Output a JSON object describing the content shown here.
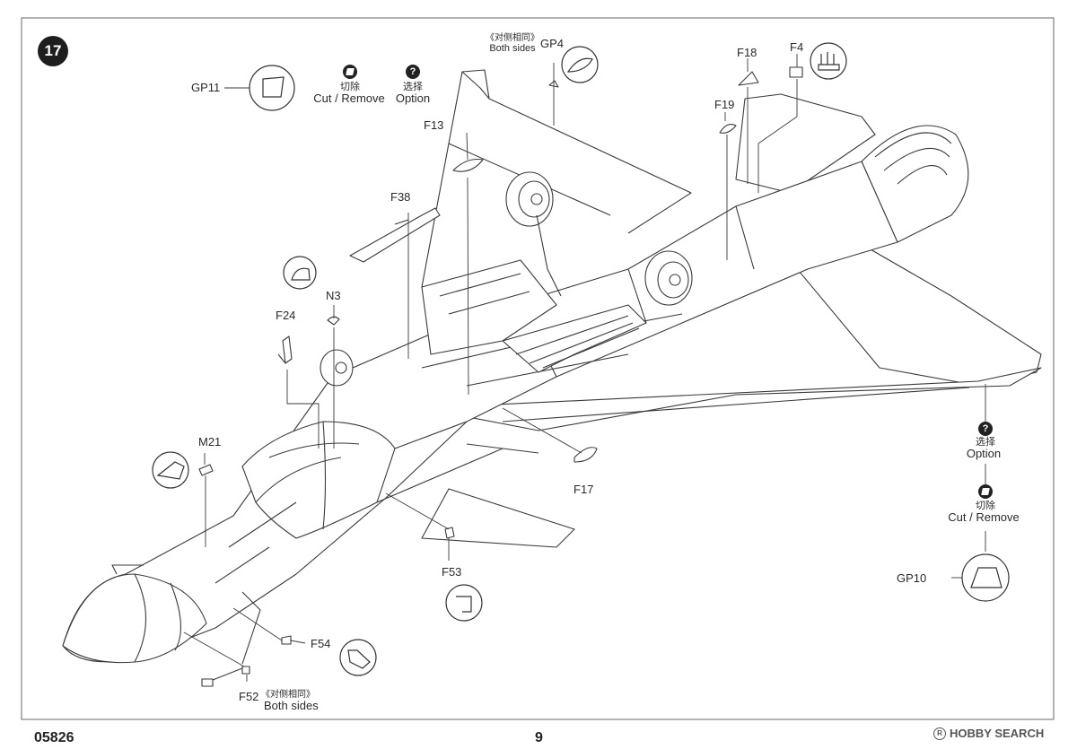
{
  "step_number": "17",
  "page": {
    "code": "05826",
    "number": "9"
  },
  "watermark": {
    "brand": "HOBBY SEARCH"
  },
  "top_option": {
    "cut_cn": "切除",
    "cut_en": "Cut / Remove",
    "option_cn": "选择",
    "option_en": "Option"
  },
  "right_option": {
    "option_cn": "选择",
    "option_en": "Option",
    "cut_cn": "切除",
    "cut_en": "Cut / Remove"
  },
  "both_sides_top": {
    "cn": "《对侧相同》",
    "en": "Both sides"
  },
  "both_sides_bottom": {
    "cn": "《对侧相同》",
    "en": "Both sides"
  },
  "parts": {
    "gp11": "GP11",
    "gp4": "GP4",
    "f18": "F18",
    "f4": "F4",
    "f19": "F19",
    "f13": "F13",
    "f38": "F38",
    "n3": "N3",
    "f24": "F24",
    "m21": "M21",
    "f17": "F17",
    "f53": "F53",
    "f54": "F54",
    "f52": "F52",
    "gp10": "GP10"
  }
}
